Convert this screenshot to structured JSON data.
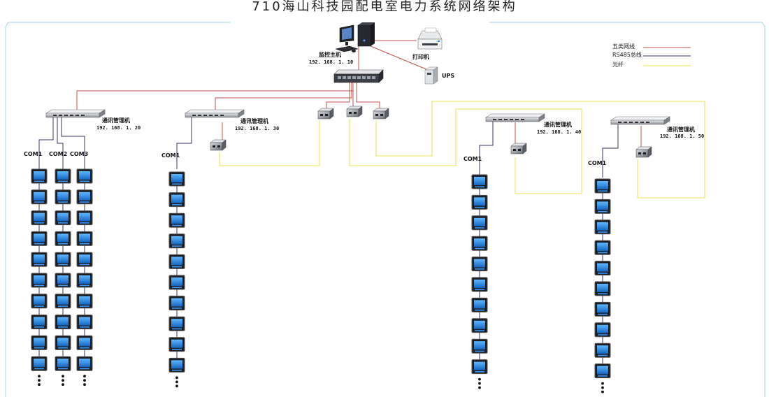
{
  "title": "710海山科技园配电室电力系统网络架构",
  "legend": {
    "items": [
      {
        "label": "五类网线",
        "color": "#c0504d"
      },
      {
        "label": "RS485总线",
        "color": "#333366"
      },
      {
        "label": "光纤",
        "color": "#e8e04a"
      }
    ]
  },
  "monitor": {
    "label": "监控主机",
    "ip": "192. 168. 1. 10"
  },
  "printer": {
    "label": "打印机"
  },
  "ups": {
    "label": "UPS"
  },
  "managers": [
    {
      "label": "通讯管理机",
      "ip": "192. 168. 1. 20",
      "ports": [
        "COM1",
        "COM2",
        "COM3"
      ]
    },
    {
      "label": "通讯管理机",
      "ip": "192. 168. 1. 30",
      "ports": [
        "COM1"
      ]
    },
    {
      "label": "通讯管理机",
      "ip": "192. 168. 1. 40",
      "ports": [
        "COM1"
      ]
    },
    {
      "label": "通讯管理机",
      "ip": "192. 168. 1. 50",
      "ports": [
        "COM1"
      ]
    }
  ],
  "colors": {
    "ethernet": "#c0504d",
    "rs485": "#333366",
    "fiber": "#e8e04a",
    "frame": "#9fd6e0"
  }
}
